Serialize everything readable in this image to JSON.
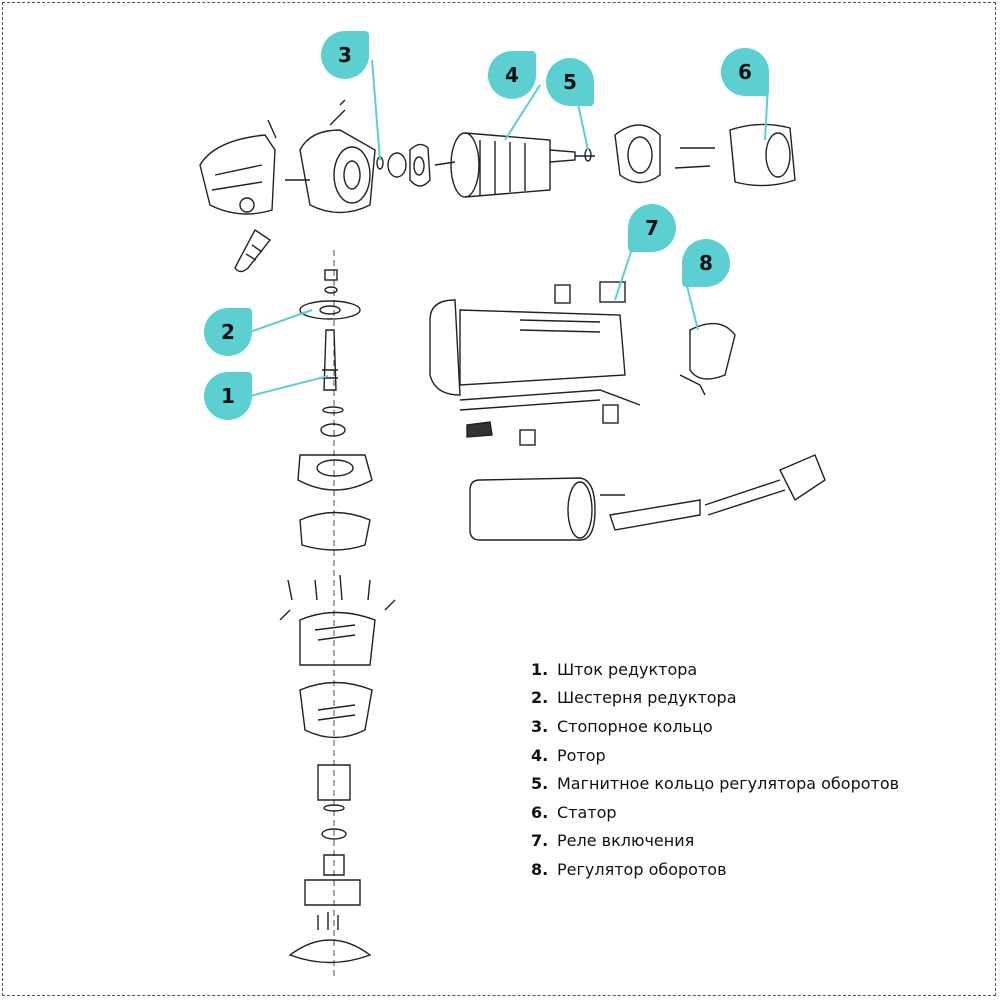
{
  "accent_color": "#5ccfd3",
  "callouts": [
    "1",
    "2",
    "3",
    "4",
    "5",
    "6",
    "7",
    "8"
  ],
  "legend": [
    {
      "num": "1.",
      "label": "Шток редуктора"
    },
    {
      "num": "2.",
      "label": "Шестерня редуктора"
    },
    {
      "num": "3.",
      "label": "Стопорное кольцо"
    },
    {
      "num": "4.",
      "label": "Ротор"
    },
    {
      "num": "5.",
      "label": "Магнитное кольцо регулятора оборотов"
    },
    {
      "num": "6.",
      "label": "Статор"
    },
    {
      "num": "7.",
      "label": "Реле включения"
    },
    {
      "num": "8.",
      "label": "Регулятор оборотов"
    }
  ]
}
